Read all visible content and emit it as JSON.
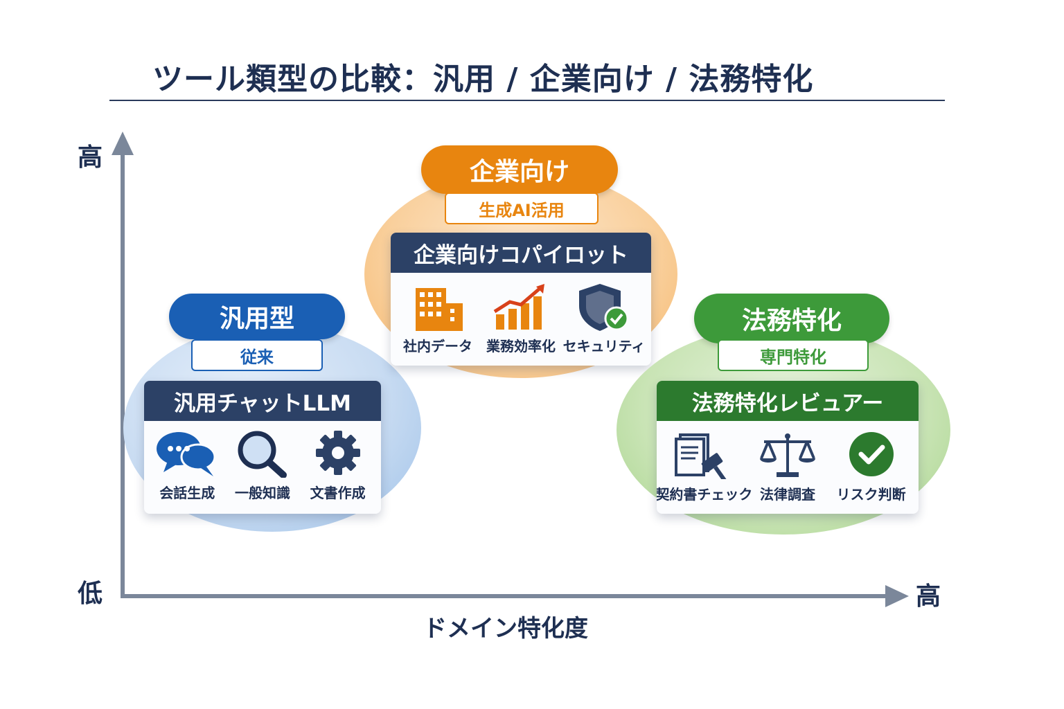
{
  "title": "ツール類型の比較：汎用 / 企業向け / 法務特化",
  "axes": {
    "y_high": "高",
    "origin_low": "低",
    "x_high": "高",
    "x_title": "ドメイン特化度"
  },
  "colors": {
    "navy": "#2c4166",
    "general_blue": "#1a5fb4",
    "enterprise_orange": "#e8850f",
    "legal_green": "#3d9a3a",
    "legal_dark_green": "#2c7a2e",
    "axis_gray": "#7b879a"
  },
  "groups": {
    "general": {
      "name": "汎用型",
      "tag": "従来",
      "card_title": "汎用チャットLLM",
      "features": [
        {
          "icon": "chat-bubbles-icon",
          "label": "会話生成"
        },
        {
          "icon": "magnifier-icon",
          "label": "一般知識"
        },
        {
          "icon": "gear-icon",
          "label": "文書作成"
        }
      ]
    },
    "enterprise": {
      "name": "企業向け",
      "tag": "生成AI活用",
      "card_title": "企業向けコパイロット",
      "features": [
        {
          "icon": "office-building-icon",
          "label": "社内データ"
        },
        {
          "icon": "growth-chart-icon",
          "label": "業務効率化"
        },
        {
          "icon": "shield-check-icon",
          "label": "セキュリティ"
        }
      ]
    },
    "legal": {
      "name": "法務特化",
      "tag": "専門特化",
      "card_title": "法務特化レビュアー",
      "features": [
        {
          "icon": "document-gavel-icon",
          "label": "契約書チェック"
        },
        {
          "icon": "scales-icon",
          "label": "法律調査"
        },
        {
          "icon": "check-circle-icon",
          "label": "リスク判断"
        }
      ]
    }
  }
}
